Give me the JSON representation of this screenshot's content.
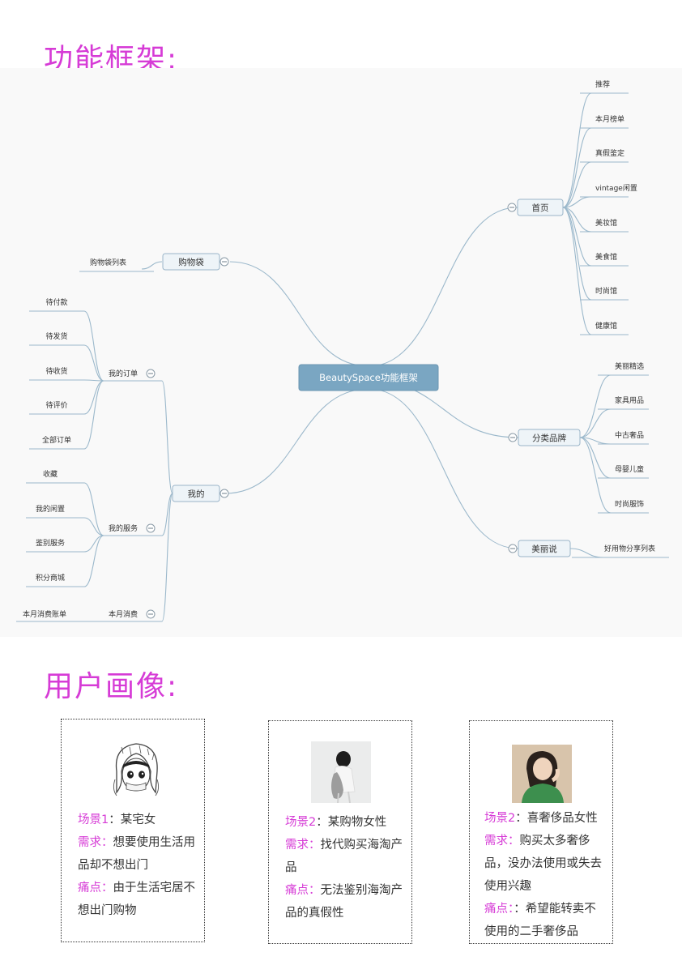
{
  "sections": {
    "framework_title": "功能框架:",
    "persona_title": "用户画像:"
  },
  "colors": {
    "title": "#d63bd6",
    "root_node": "#7aa6c2",
    "branch_node": "#eef4f8",
    "connector": "#9bb8cb",
    "panel_bg": "#f9f9f9"
  },
  "mindmap": {
    "root": "BeautySpace功能框架",
    "home": {
      "label": "首页",
      "children": [
        "推荐",
        "本月榜单",
        "真假鉴定",
        "vintage闲置",
        "美妆馆",
        "美食馆",
        "时尚馆",
        "健康馆"
      ]
    },
    "category": {
      "label": "分类品牌",
      "children": [
        "美丽精选",
        "家具用品",
        "中古奢品",
        "母婴儿童",
        "时尚服饰"
      ]
    },
    "beauty_talk": {
      "label": "美丽说",
      "children": [
        "好用物分享列表"
      ]
    },
    "cart": {
      "label": "购物袋",
      "children": [
        "购物袋列表"
      ]
    },
    "mine": {
      "label": "我的",
      "orders": {
        "label": "我的订单",
        "children": [
          "待付款",
          "待发货",
          "待收货",
          "待评价",
          "全部订单"
        ]
      },
      "services": {
        "label": "我的服务",
        "children": [
          "收藏",
          "我的闲置",
          "鉴别服务",
          "积分商城"
        ]
      },
      "spending": {
        "label": "本月消费",
        "children": [
          "本月消费账单"
        ]
      }
    }
  },
  "personas": [
    {
      "avatar_icon": "manga-girl-sketch-icon",
      "lines": [
        {
          "key": "场景1",
          "value": "：某宅女"
        },
        {
          "key": "需求：",
          "value": "想要使用生活用品却不想出门"
        },
        {
          "key": "痛点：",
          "value": "由于生活宅居不想出门购物"
        }
      ]
    },
    {
      "avatar_icon": "woman-photo-gray-icon",
      "lines": [
        {
          "key": "场景2",
          "value": "：某购物女性"
        },
        {
          "key": "需求：",
          "value": "找代购买海淘产品"
        },
        {
          "key": "痛点：",
          "value": "无法鉴别海淘产品的真假性"
        }
      ]
    },
    {
      "avatar_icon": "woman-photo-green-icon",
      "lines": [
        {
          "key": "场景2",
          "value": "：喜奢侈品女性"
        },
        {
          "key": "需求：",
          "value": "购买太多奢侈品，没办法使用或失去使用兴趣"
        },
        {
          "key": "痛点：",
          "value": "：希望能转卖不使用的二手奢侈品"
        }
      ]
    }
  ]
}
